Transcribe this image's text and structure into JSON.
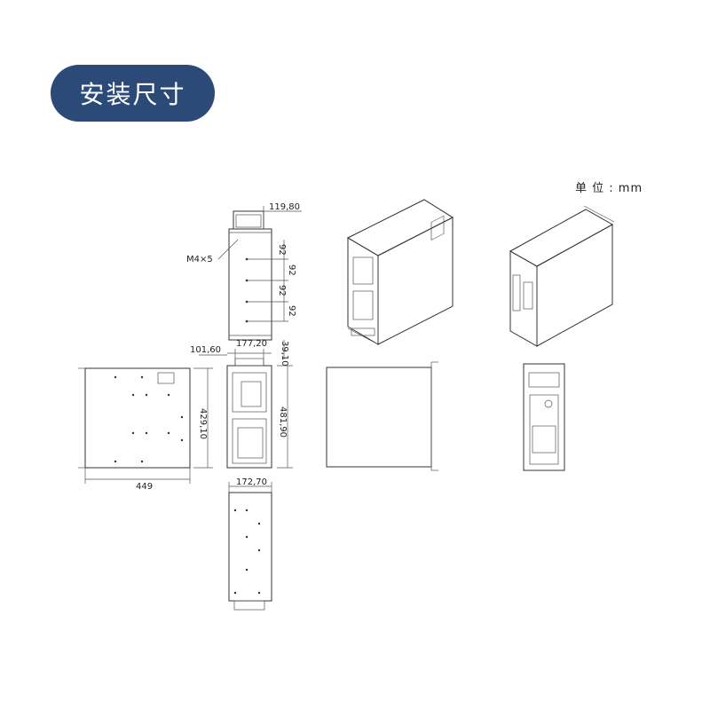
{
  "header": {
    "title": "安装尺寸"
  },
  "unit_label": "单 位 : mm",
  "dimensions": {
    "top_width": "119,80",
    "screw": "M4×5",
    "pitch_1": "92",
    "pitch_2": "92",
    "pitch_3": "92",
    "pitch_4": "92",
    "offset_left": "101,60",
    "front_width": "177,20",
    "front_top": "39,10",
    "front_height": "481,90",
    "side_height": "429,10",
    "side_depth": "449",
    "bottom_width": "172,70"
  },
  "colors": {
    "badge": "#2b4a78",
    "line": "#333333"
  }
}
